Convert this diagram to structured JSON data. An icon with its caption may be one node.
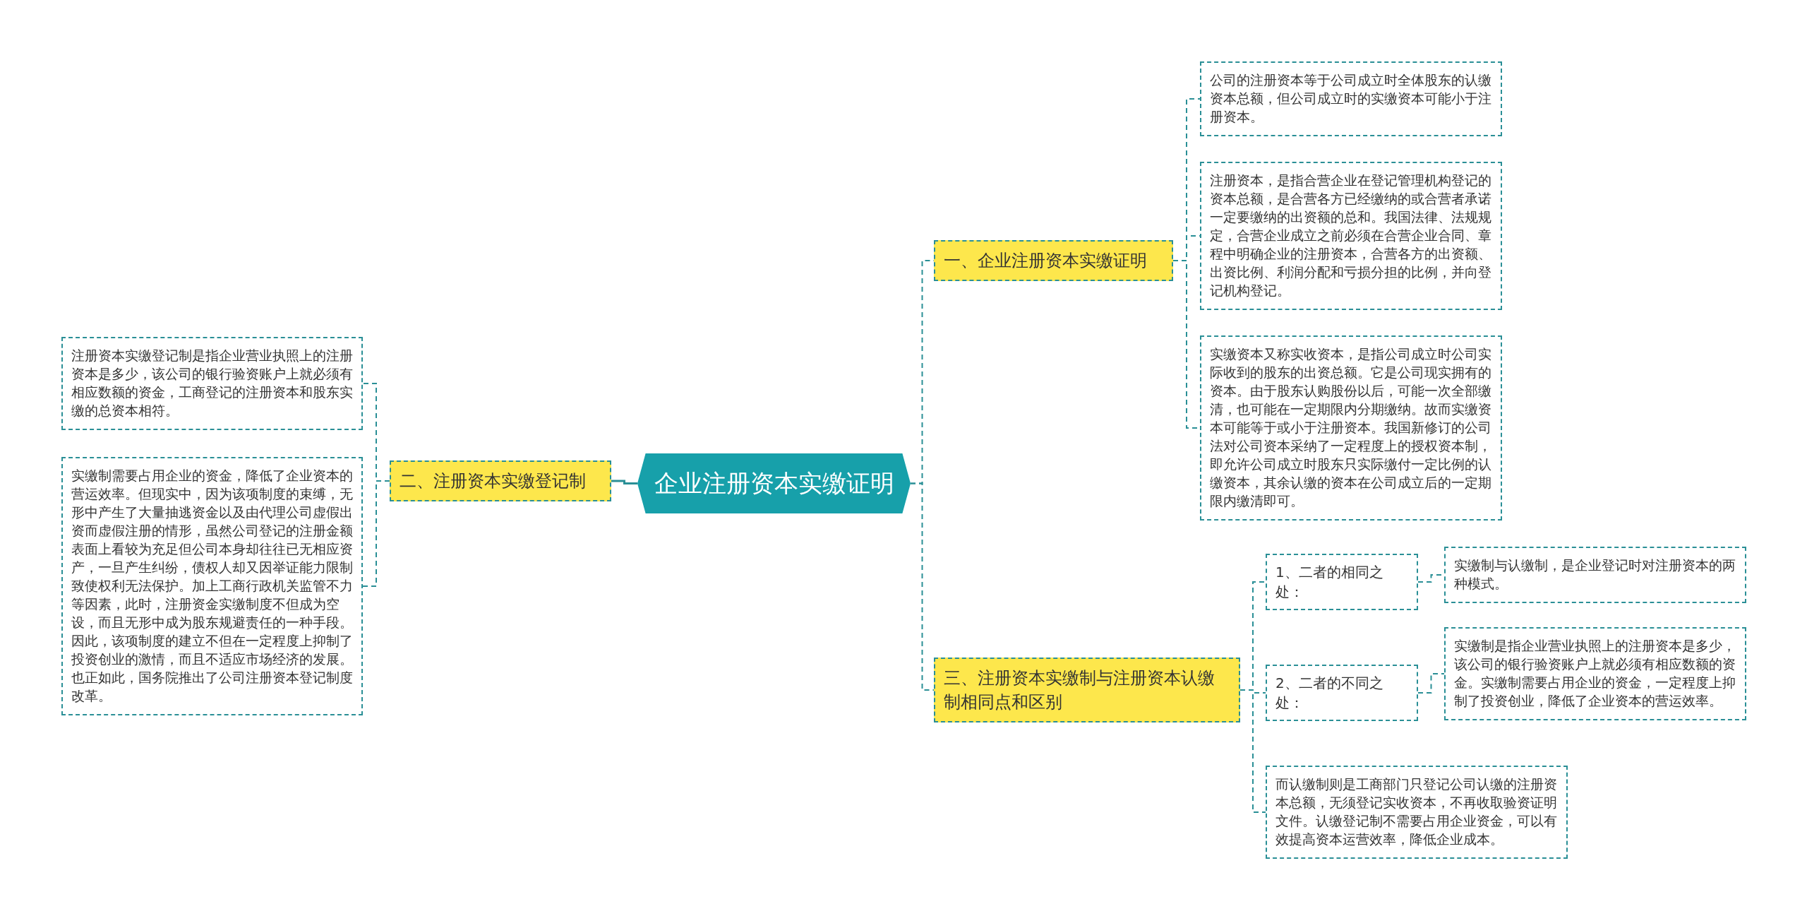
{
  "diagram": {
    "nodes": [
      {
        "text": [
          "企业注册资本实缴证明"
        ]
      },
      {
        "text": [
          "一、企业注册资本实缴证明"
        ]
      },
      {
        "text": [
          "公司的注册资本等于公司成立时全体股东的认缴资本总额，但公司成立时的实缴资本可能小于注册资本。"
        ]
      },
      {
        "text": [
          "注册资本，是指合营企业在登记管理机构登记的资本总额，是合营各方已经缴纳的或合营者承诺一定要缴纳的出资额的总和。我国法律、法规规定，合营企业成立之前必须在合营企业合同、章程中明确企业的注册资本，合营各方的出资额、出资比例、利润分配和亏损分担的比例，并向登记机构登记。"
        ]
      },
      {
        "text": [
          "实缴资本又称实收资本，是指公司成立时公司实际收到的股东的出资总额。它是公司现实拥有的资本。由于股东认购股份以后，可能一次全部缴清，也可能在一定期限内分期缴纳。故而实缴资本可能等于或小于注册资本。我国新修订的公司法对公司资本采纳了一定程度上的授权资本制，即允许公司成立时股东只实际缴付一定比例的认缴资本，其余认缴的资本在公司成立后的一定期限内缴清即可。"
        ]
      },
      {
        "text": [
          "二、注册资本实缴登记制"
        ]
      },
      {
        "text": [
          "注册资本实缴登记制是指企业营业执照上的注册资本是多少，该公司的银行验资账户上就必须有相应数额的资金，工商登记的注册资本和股东实缴的总资本相符。"
        ]
      },
      {
        "text": [
          "实缴制需要占用企业的资金，降低了企业资本的营运效率。但现实中，因为该项制度的束缚，无形中产生了大量抽逃资金以及由代理公司虚假出资而虚假注册的情形，虽然公司登记的注册金额表面上看较为充足但公司本身却往往已无相应资产，一旦产生纠纷，债权人却又因举证能力限制致使权利无法保护。加上工商行政机关监管不力等因素，此时，注册资金实缴制度不但成为空设，而且无形中成为股东规避责任的一种手段。因此，该项制度的建立不但在一定程度上抑制了投资创业的激情，而且不适应市场经济的发展。也正如此，国务院推出了公司注册资本登记制度改革。"
        ]
      },
      {
        "text": [
          "三、注册资本实缴制与注册资本认缴制相同点和区别"
        ]
      },
      {
        "text": [
          "1、二者的相同之处："
        ]
      },
      {
        "text": [
          "实缴制与认缴制，是企业登记时对注册资本的两种模式。"
        ]
      },
      {
        "text": [
          "2、二者的不同之处："
        ]
      },
      {
        "text": [
          "实缴制是指企业营业执照上的注册资本是多少，该公司的银行验资账户上就必须有相应数额的资金。实缴制需要占用企业的资金，一定程度上抑制了投资创业，降低了企业资本的营运效率。"
        ]
      },
      {
        "text": [
          "而认缴制则是工商部门只登记公司认缴的注册资本总额，无须登记实收资本，不再收取验资证明文件。认缴登记制不需要占用企业资金，可以有效提高资本运营效率，降低企业成本。"
        ]
      }
    ],
    "edges": [
      {
        "from": 0,
        "to": 1,
        "arrow": "none",
        "style": "dashed"
      },
      {
        "from": 0,
        "to": 5,
        "arrow": "none"
      },
      {
        "from": 0,
        "to": 8,
        "arrow": "none",
        "style": "dashed"
      },
      {
        "from": 1,
        "to": 2,
        "arrow": "none",
        "style": "dashed"
      },
      {
        "from": 1,
        "to": 3,
        "arrow": "none",
        "style": "dashed"
      },
      {
        "from": 1,
        "to": 4,
        "arrow": "none",
        "style": "dashed"
      },
      {
        "from": 5,
        "to": 6,
        "arrow": "none",
        "style": "dashed"
      },
      {
        "from": 5,
        "to": 7,
        "arrow": "none",
        "style": "dashed"
      },
      {
        "from": 8,
        "to": 9,
        "arrow": "none",
        "style": "dashed"
      },
      {
        "from": 8,
        "to": 11,
        "arrow": "none",
        "style": "dashed"
      },
      {
        "from": 8,
        "to": 13,
        "arrow": "none",
        "style": "dashed"
      },
      {
        "from": 9,
        "to": 10,
        "arrow": "none",
        "style": "dashed"
      },
      {
        "from": 11,
        "to": 12,
        "arrow": "none",
        "style": "dashed"
      }
    ]
  }
}
